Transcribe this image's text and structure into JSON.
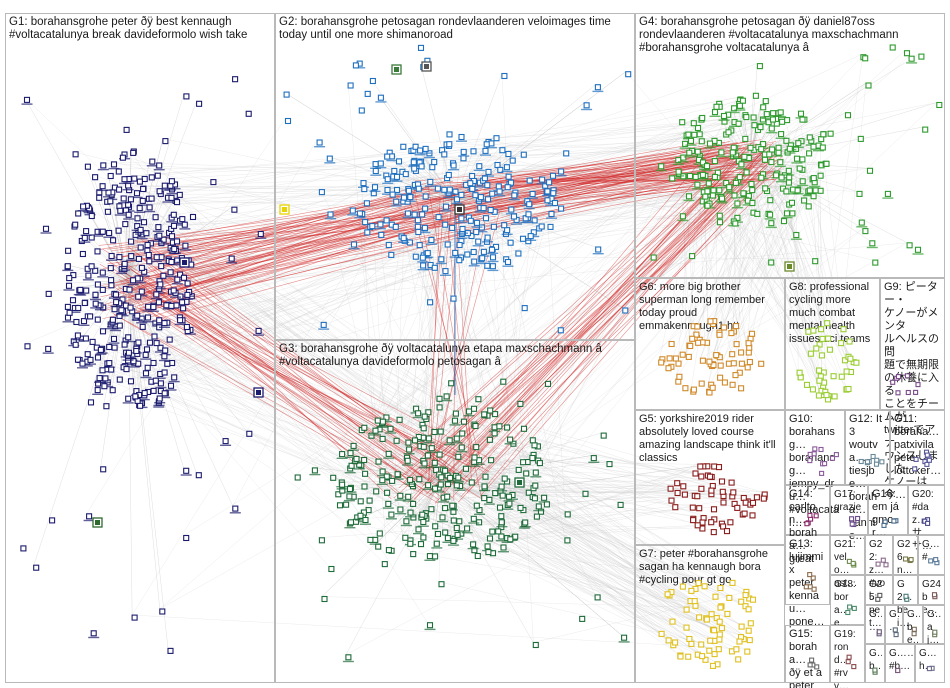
{
  "groups": [
    {
      "id": "G1",
      "label": "G1: borahansgrohe peter ðÿ best kennaugh\n#voltacatalunya break davideformolo wish take",
      "color": "#1b1b6e"
    },
    {
      "id": "G2",
      "label": "G2: borahansgrohe petosagan rondevlaanderen veloimages time\ntoday until one more shimanoroad",
      "color": "#1f6fbf"
    },
    {
      "id": "G3",
      "label": "G3: borahansgrohe ðÿ voltacatalunya etapa maxschachmann â\n#voltacatalunya davideformolo petosagan â",
      "color": "#1e6b3a"
    },
    {
      "id": "G4",
      "label": "G4: borahansgrohe petosagan ðÿ daniel87oss\nrondevlaanderen #voltacatalunya maxschachmann\n#borahansgrohe voltacatalunya â",
      "color": "#2e9a2e"
    },
    {
      "id": "G5",
      "label": "G5: yorkshire2019 rider\nabsolutely loved course\namazing landscape think it'll\nclassics",
      "color": "#8a1c1c"
    },
    {
      "id": "G6",
      "label": "G6: more big brother\nsuperman long remember\ntoday proud\nemmakennaugh1 htt",
      "color": "#d08a2a"
    },
    {
      "id": "G7",
      "label": "G7: peter #borahansgrohe\nsagan ha kennaugh bora\n#cycling pour gt go",
      "color": "#e0c020"
    },
    {
      "id": "G8",
      "label": "G8: professional\ncycling more\nmuch combat\nmental health\nissues uci teams",
      "color": "#9acd32"
    },
    {
      "id": "G9",
      "label": "G9: ピーター・\nケノーがメンタ\nルヘルスの問\n題で無期限\nの休養に入る\nことをチームが\ntwitterでアナ\nウンスしました\nケノーは今…",
      "color": "#7a4a8a"
    },
    {
      "id": "G10",
      "label": "G10:\nborahansg…\nborahansg…\njempy_dru…\n#voltacatal…",
      "color": "#8a5a9a"
    },
    {
      "id": "G11",
      "label": "G11:\nboraha…\npatxivila\npeter\nlottoker…",
      "color": "#5a5a9a"
    },
    {
      "id": "G12",
      "label": "G12: It 3\nwoutva…\ntiesjbe…\nboraha…\nvannie…",
      "color": "#6a8a9a"
    },
    {
      "id": "G13",
      "label": "G13:\nlujimmix\npeter\nkennau…\npone…",
      "color": "#8a6a4a"
    },
    {
      "id": "G14",
      "label": "G14:\ncarlton…\nboraha…\ngreat",
      "color": "#8a2a6a"
    },
    {
      "id": "G15",
      "label": "G15:\nboraha…\nðÿ et a\npeter",
      "color": "#6a6a6a"
    },
    {
      "id": "G16",
      "label": "G16:\nem já\ngmor…",
      "color": "#4a6a8a"
    },
    {
      "id": "G17",
      "label": "G17:\ngrazie",
      "color": "#6a4a8a"
    },
    {
      "id": "G18",
      "label": "G18:\nbora…\ne…",
      "color": "#4a8a6a"
    },
    {
      "id": "G19",
      "label": "G19:\nrond…\n#rvv…",
      "color": "#8a4a4a"
    },
    {
      "id": "G20",
      "label": "G20:\n#daz…\nサ サ…",
      "color": "#4a4a8a"
    },
    {
      "id": "G21",
      "label": "G21:\nvelo…\nast…",
      "color": "#6a8a4a"
    },
    {
      "id": "G22",
      "label": "G22:\nz…\n#vol…",
      "color": "#8a6a8a"
    },
    {
      "id": "G23",
      "label": "G…\n#…",
      "color": "#5a7a9a"
    },
    {
      "id": "G24",
      "label": "G24\nbe…",
      "color": "#7a5a5a"
    },
    {
      "id": "G25",
      "label": "G25:\npet…",
      "color": "#5a5a5a"
    },
    {
      "id": "G26",
      "label": "G26\nn…",
      "color": "#7a7a4a"
    },
    {
      "id": "G27",
      "label": "G2…\nbei…",
      "color": "#4a7a7a"
    },
    {
      "id": "G28",
      "label": "G…\n…",
      "color": "#6a5a7a"
    },
    {
      "id": "G29",
      "label": "G…\n…",
      "color": "#5a6a7a"
    },
    {
      "id": "G30",
      "label": "G…\nbe…\n…",
      "color": "#7a6a5a"
    },
    {
      "id": "G31",
      "label": "G…\naj…",
      "color": "#6a7a5a"
    },
    {
      "id": "G32",
      "label": "G…\nb…",
      "color": "#5a7a5a"
    },
    {
      "id": "G33",
      "label": "G…\n#b…",
      "color": "#7a5a7a"
    },
    {
      "id": "G34",
      "label": "G…\nh…",
      "color": "#6a6a8a"
    }
  ],
  "colors": {
    "background": "#ffffff",
    "panel_border": "#b9b9b9",
    "edge_light": "#c8c8c8",
    "edge_strong": "#d42a2a"
  }
}
